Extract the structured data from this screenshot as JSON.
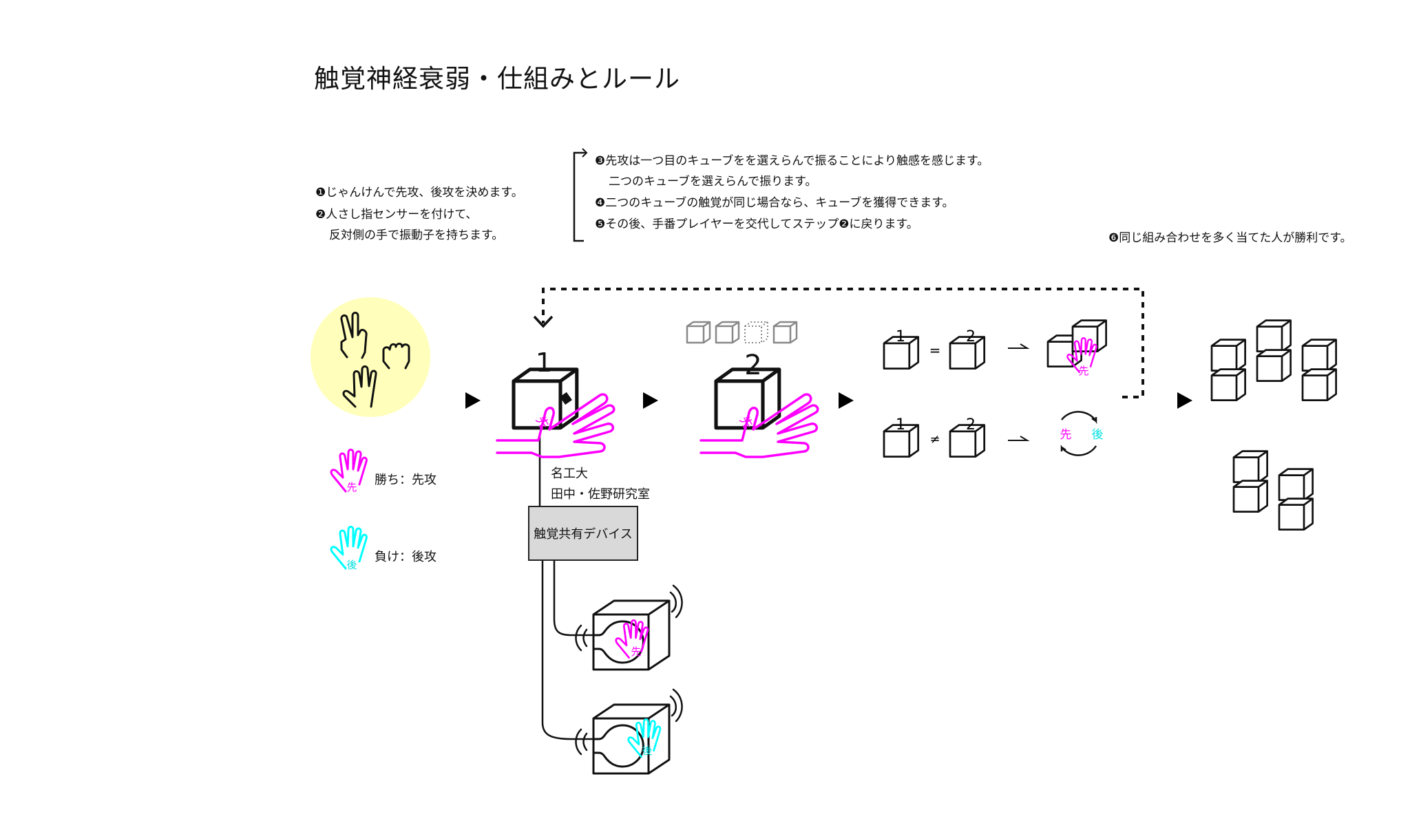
{
  "title": "触覚神経衰弱・仕組みとルール",
  "steps": {
    "s1": "❶じゃんけんで先攻、後攻を決めます。",
    "s2a": "❷人さし指センサーを付けて、",
    "s2b": "反対側の手で振動子を持ちます。",
    "s3a": "❸先攻は一つ目のキューブをを選えらんで振ることにより触感を感じます。",
    "s3b": "二つのキューブを選えらんで振ります。",
    "s4": "❹二つのキューブの触覚が同じ場合なら、キューブを獲得できます。",
    "s5": "❺その後、手番プレイヤーを交代してステップ❷に戻ります。",
    "s6": "❻同じ組み合わせを多く当てた人が勝利です。"
  },
  "legend": {
    "winner": {
      "glyph": "先",
      "label": "勝ち：先攻"
    },
    "loser": {
      "glyph": "後",
      "label": "負け：後攻"
    }
  },
  "cubes": {
    "first_number": "1",
    "second_number": "2",
    "equal_sign": "=",
    "not_equal_sign": "≠",
    "first_player_glyph": "先",
    "second_player_glyph": "後"
  },
  "lab": {
    "line1": "名工大",
    "line2": "田中・佐野研究室"
  },
  "device": {
    "label": "触覚共有デバイス"
  },
  "colors": {
    "first_player": "#ff00ff",
    "second_player": "#00ffff",
    "janken_circle": "#ffffbb",
    "device_fill": "#d9d9d9",
    "ink": "#111111",
    "muted_cube": "#888888"
  },
  "icons": {
    "flow_arrow": "right-triangle-arrow",
    "loop_arrow": "dashed-return-arrow",
    "swap": "circular-swap-arrows",
    "vibration": "vibration-waves"
  }
}
